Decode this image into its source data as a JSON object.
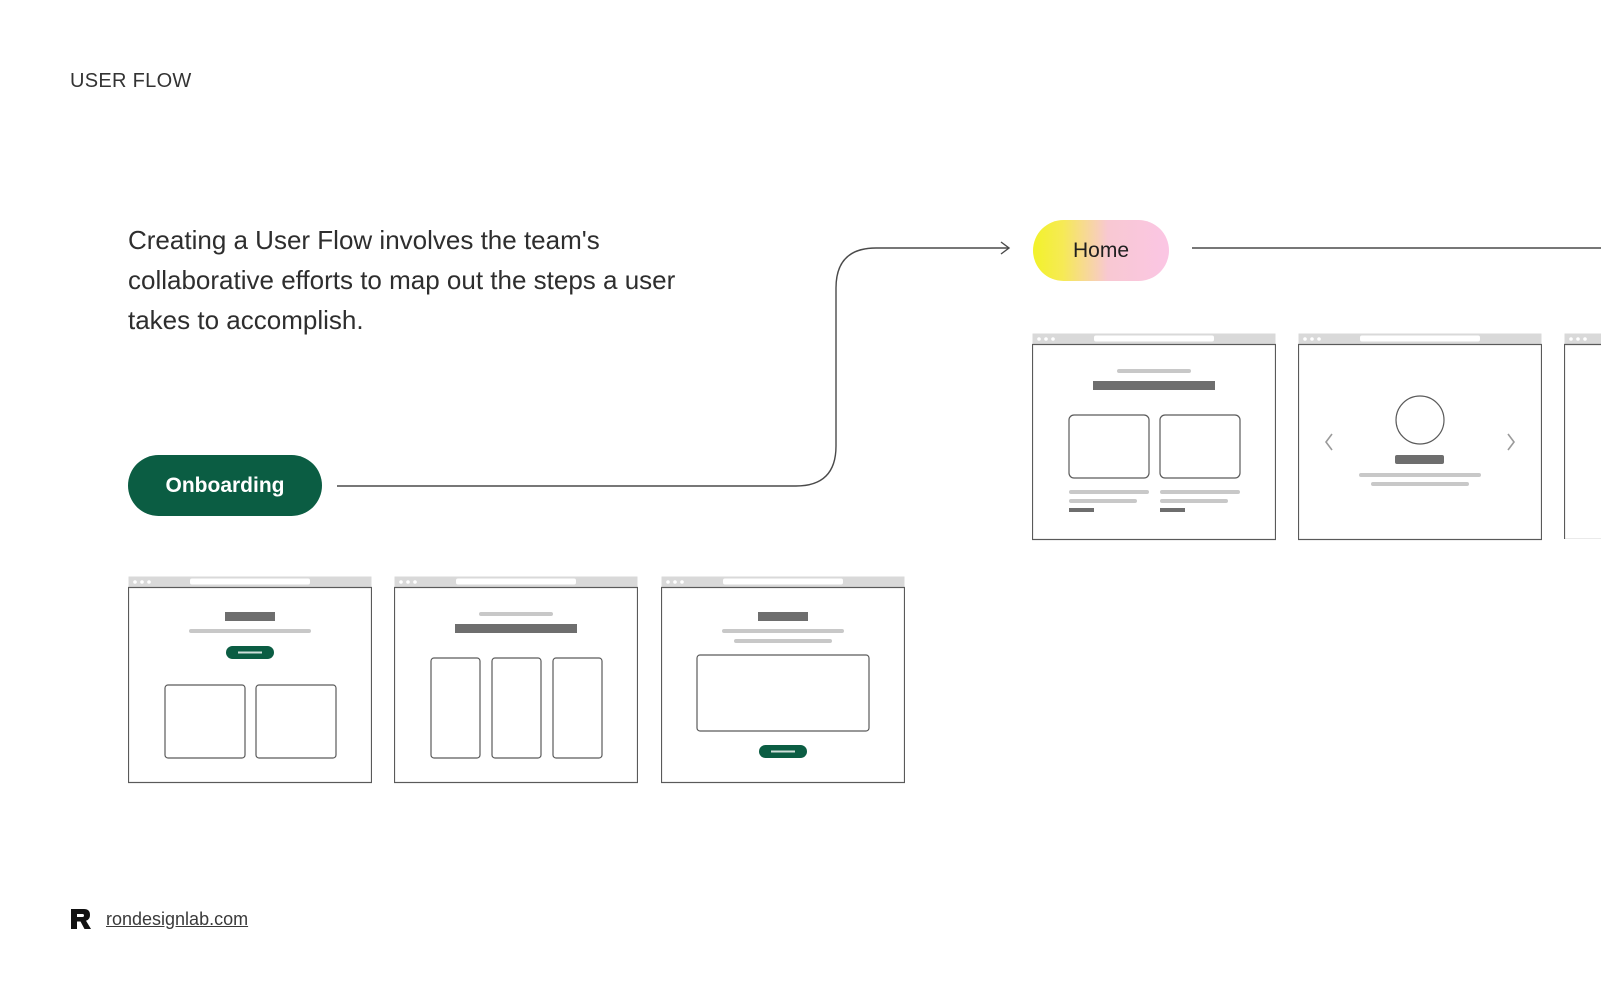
{
  "header": {
    "section_title": "USER FLOW"
  },
  "intro": {
    "text": "Creating a User Flow involves the team's collaborative efforts to map out the steps a user takes to accomplish."
  },
  "flow": {
    "step_onboarding": "Onboarding",
    "step_home": "Home"
  },
  "colors": {
    "brand_green": "#0b5d43",
    "home_gradient_start": "#f2f22a",
    "home_gradient_end": "#fbc6e4",
    "line": "#4a4a4a"
  },
  "icons": [
    "logo-icon",
    "chevron-left-icon",
    "chevron-right-icon",
    "arrow-head-icon"
  ],
  "footer": {
    "site": "rondesignlab.com"
  }
}
